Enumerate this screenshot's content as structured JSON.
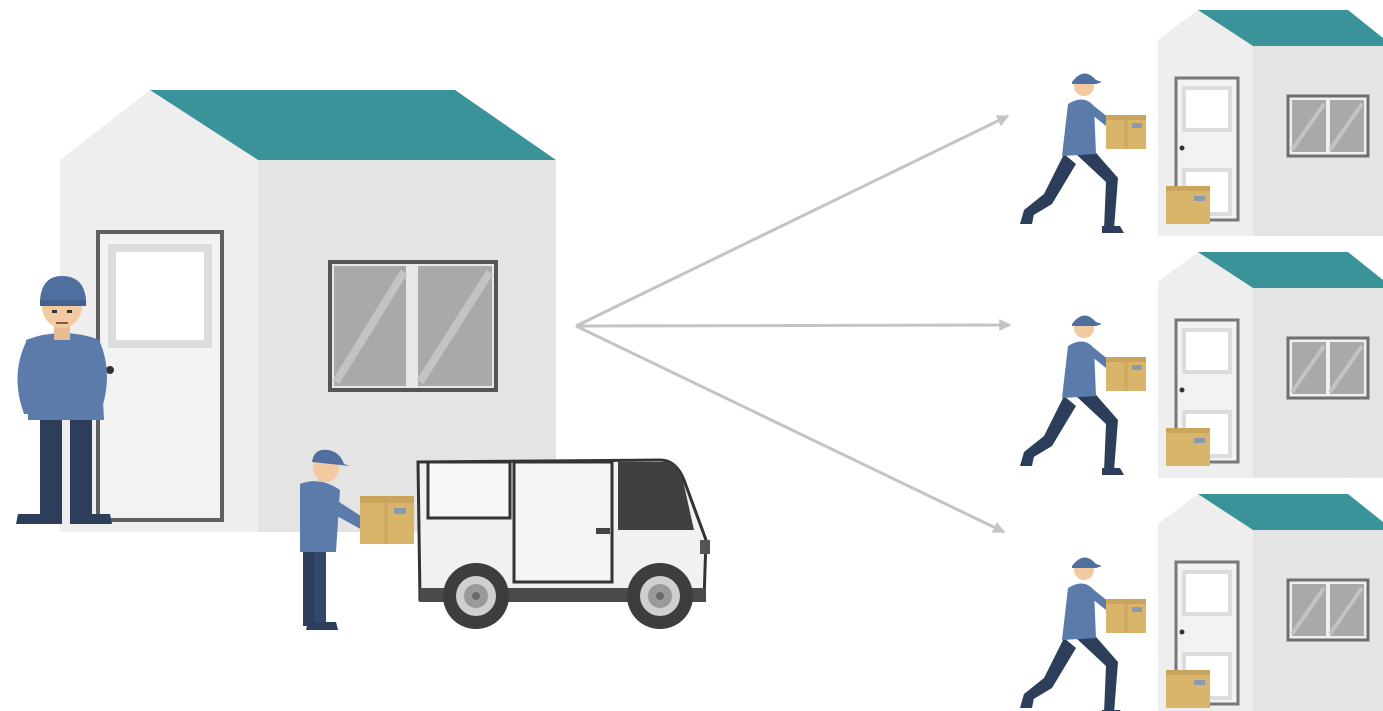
{
  "illustration": {
    "kind": "delivery-distribution",
    "colors": {
      "roof": "#3a9399",
      "wall_front": "#eeeeee",
      "wall_side": "#e4e4e4",
      "window_glass": "#a9a9a9",
      "window_frame": "#6e6e6e",
      "uniform": "#5b7bab",
      "pants": "#2d3e5a",
      "box": "#d9b56c",
      "van_body": "#f1f1f1",
      "arrow": "#c4c4c4",
      "skin": "#f2c9a0",
      "cap": "#4f6f9e"
    },
    "destinations": [
      {
        "name": "house-top"
      },
      {
        "name": "house-middle"
      },
      {
        "name": "house-bottom"
      }
    ]
  }
}
